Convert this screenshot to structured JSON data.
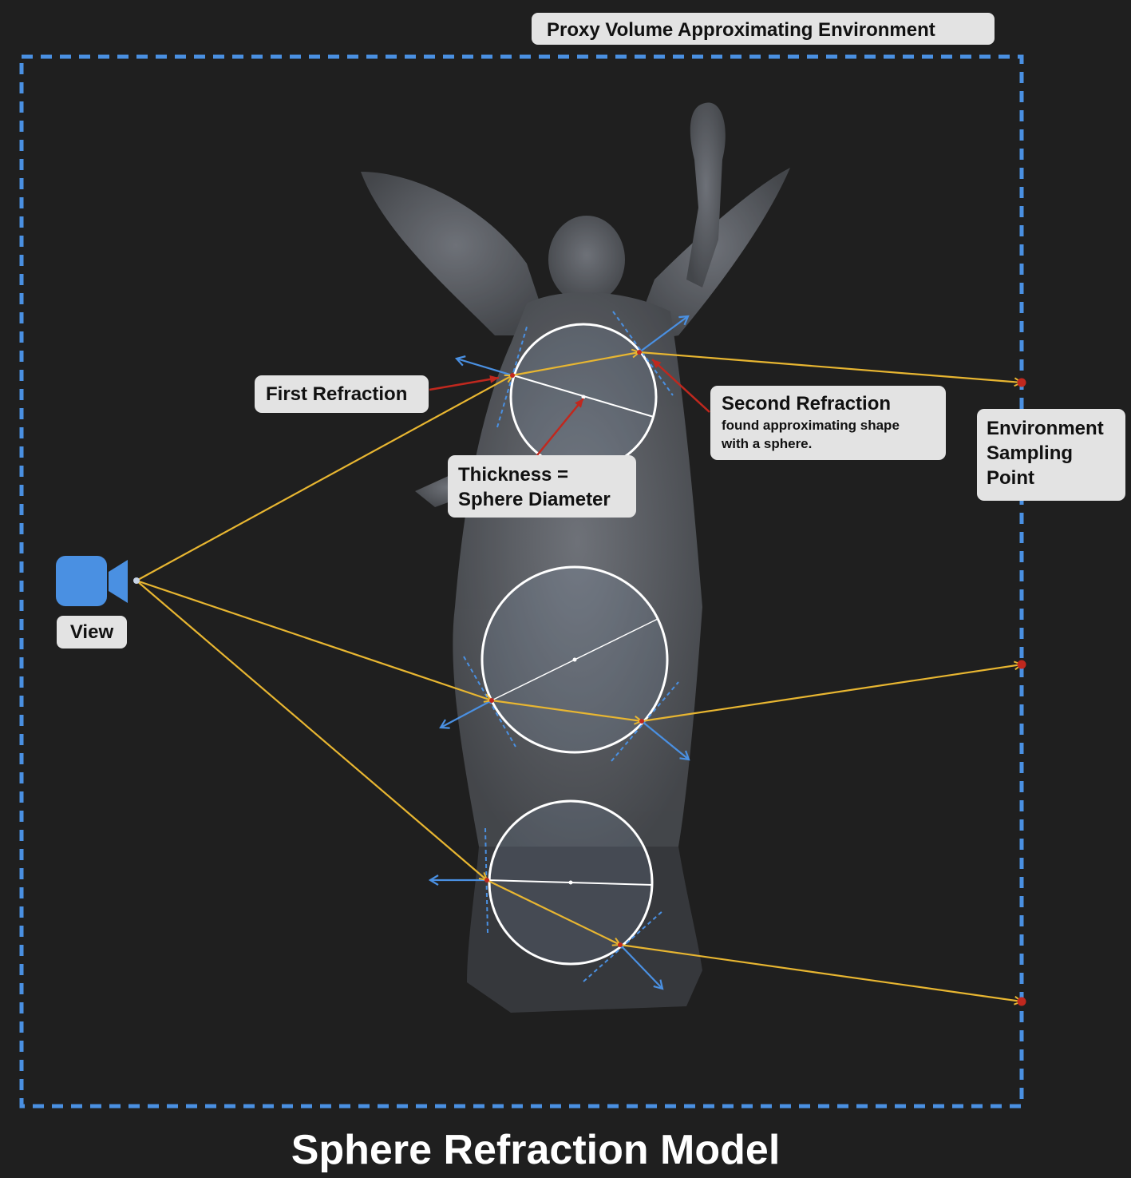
{
  "title": "Sphere Refraction Model",
  "labels": {
    "proxy_volume": "Proxy Volume Approximating Environment",
    "first_refraction": "First Refraction",
    "second_refraction_title": "Second Refraction",
    "second_refraction_desc": "found approximating shape\nwith a sphere.",
    "thickness": "Thickness =\nSphere Diameter",
    "environment_sampling": "Environment\nSampling\nPoint",
    "view": "View"
  },
  "icons": [
    "video-camera-icon"
  ],
  "colors": {
    "background": "#1f1f1f",
    "proxy_border": "#4a90e2",
    "ray": "#e8b631",
    "normal": "#4a90e2",
    "pointer": "#c0281e",
    "sphere": "#ffffff",
    "label_bg": "#e3e3e3"
  }
}
